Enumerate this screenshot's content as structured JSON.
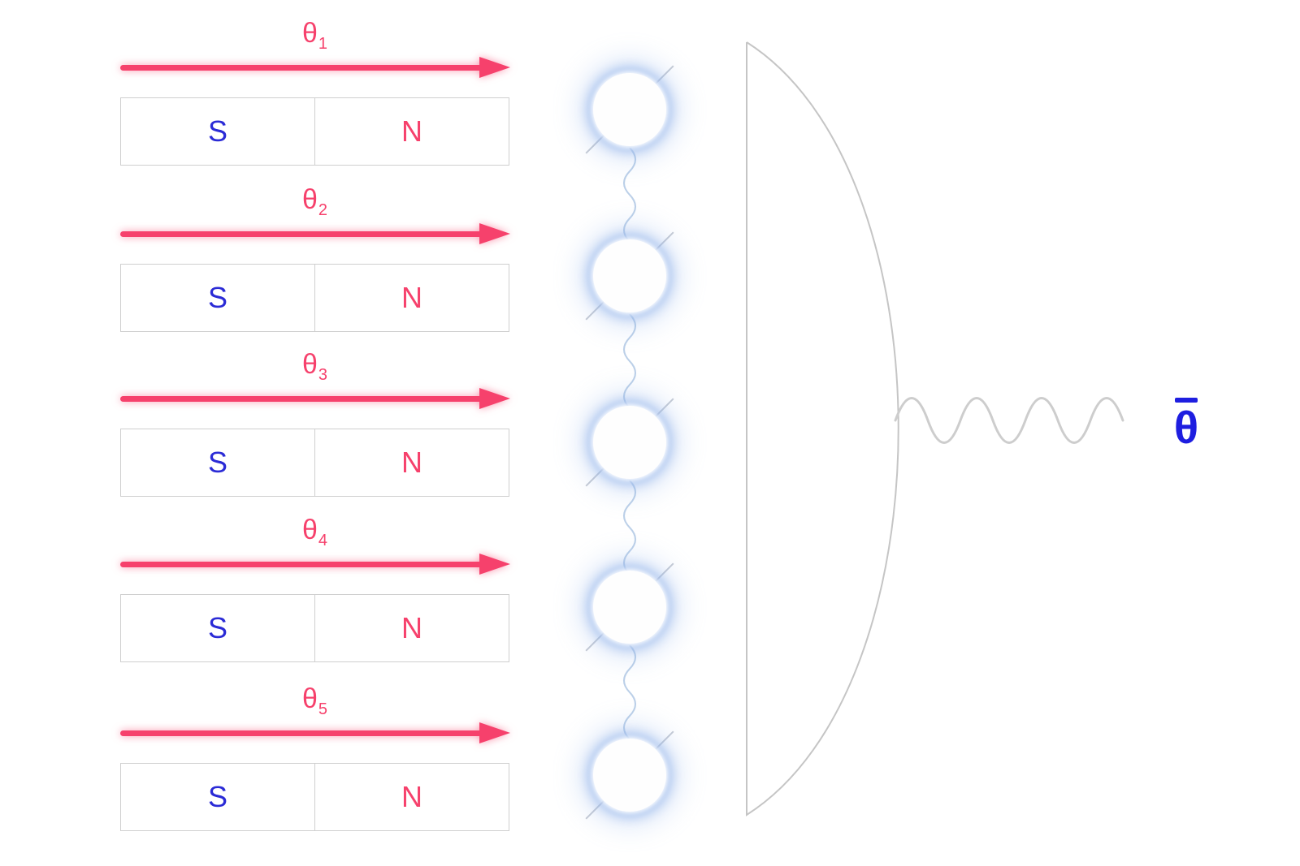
{
  "magnets": [
    {
      "theta": "θ",
      "index": "1",
      "south": "S",
      "north": "N"
    },
    {
      "theta": "θ",
      "index": "2",
      "south": "S",
      "north": "N"
    },
    {
      "theta": "θ",
      "index": "3",
      "south": "S",
      "north": "N"
    },
    {
      "theta": "θ",
      "index": "4",
      "south": "S",
      "north": "N"
    },
    {
      "theta": "θ",
      "index": "5",
      "south": "S",
      "north": "N"
    }
  ],
  "output": {
    "label": "θ",
    "has_macron": true
  },
  "colors": {
    "arrow": "#f6416c",
    "north": "#f6416c",
    "south": "#2b2bd6",
    "outline": "#cfcfcf",
    "glow": "#93b4eb",
    "lens": "#c5c5c5",
    "wave": "#cdcdcd",
    "output_label": "#1e1ee0"
  }
}
